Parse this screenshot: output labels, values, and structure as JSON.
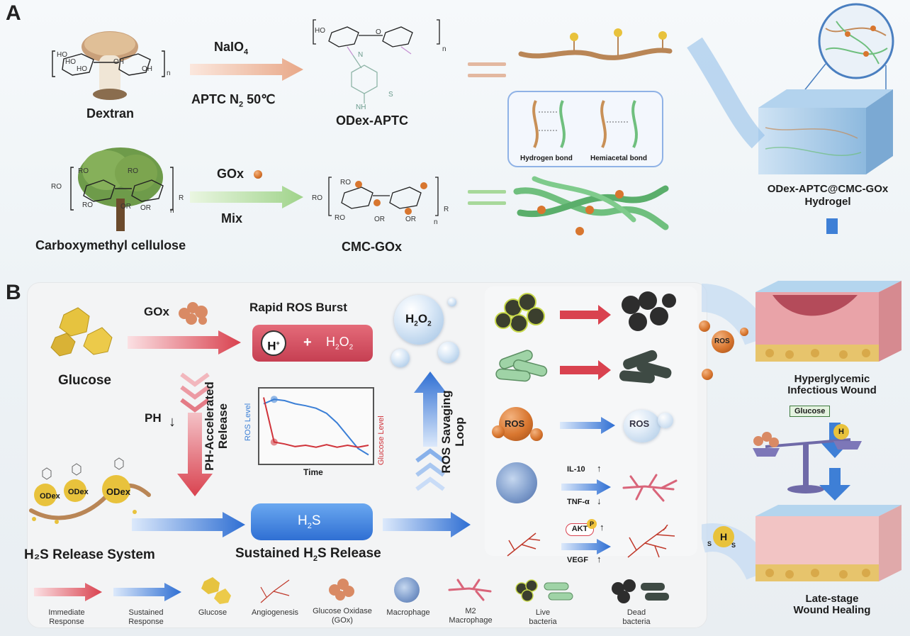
{
  "panel_a": {
    "letter": "A",
    "dextran": "Dextran",
    "naio4": "NaIO",
    "naio4_sub": "4",
    "aptc_cond": "APTC N",
    "aptc_cond_sub": "2",
    "aptc_cond_rest": " 50℃",
    "odex_aptc": "ODex-APTC",
    "gox": "GOx",
    "mix": "Mix",
    "cmc": "Carboxymethyl cellulose",
    "cmc_gox": "CMC-GOx",
    "hydrogen_bond": "Hydrogen bond",
    "hemiacetal_bond": "Hemiacetal bond",
    "hydrogel_1": "ODex-APTC@CMC-GOx",
    "hydrogel_2": "Hydrogel",
    "struct_dextran": [
      "HO",
      "HO",
      "HO",
      "OH",
      "OH",
      "n"
    ],
    "struct_odex": [
      "HO",
      "O",
      "N",
      "NH",
      "H",
      "S",
      "n"
    ],
    "struct_cmc": [
      "RO",
      "RO",
      "RO",
      "RO",
      "OR",
      "OR",
      "R",
      "n"
    ],
    "struct_cmcgox": [
      "RO",
      "RO",
      "RO",
      "OR",
      "OR",
      "R",
      "n"
    ]
  },
  "panel_b": {
    "letter": "B",
    "gox": "GOx",
    "glucose": "Glucose",
    "rapid_ros": "Rapid ROS Burst",
    "h_plus": "H",
    "h_plus_sup": "+",
    "plus": "+",
    "h2o2_h": "H",
    "h2o2_2a": "2",
    "h2o2_o": "O",
    "h2o2_2b": "2",
    "ph": "PH",
    "ph_release_1": "PH-Accelerated",
    "ph_release_2": "Release",
    "ros_level": "ROS Level",
    "glucose_level": "Glucose Level",
    "time": "Time",
    "h2s_system": "H₂S Release System",
    "odex": "ODex",
    "h2s_h": "H",
    "h2s_2": "2",
    "h2s_s": "S",
    "sustained_1": "Sustained H",
    "sustained_2": "2",
    "sustained_3": "S Release",
    "ros_loop_1": "ROS Savaging",
    "ros_loop_2": "Loop",
    "ros_ball": "ROS",
    "ros_bubble": "ROS",
    "il10": "IL-10",
    "tnfa": "TNF-α",
    "akt": "AKT",
    "p": "P",
    "vegf": "VEGF",
    "up": "↑",
    "down": "↓",
    "ros_side": "ROS",
    "hyper_1": "Hyperglycemic",
    "hyper_2": "Infectious Wound",
    "glucose_tag": "Glucose",
    "h2s_mol_h": "H",
    "h2s_mol_s": "S",
    "late_1": "Late-stage",
    "late_2": "Wound Healing"
  },
  "legend": [
    {
      "label": "Immediate\nResponse"
    },
    {
      "label": "Sustained\nResponse"
    },
    {
      "label": "Glucose"
    },
    {
      "label": "Angiogenesis"
    },
    {
      "label": "Glucose Oxidase\n(GOx)"
    },
    {
      "label": "Macrophage"
    },
    {
      "label": "M2\nMacrophage"
    },
    {
      "label": "Live\nbacteria"
    },
    {
      "label": "Dead\nbacteria"
    }
  ],
  "chart_data": {
    "type": "line",
    "xlabel": "Time",
    "ylabel": "ROS Level",
    "ylabel_right": "Glucose Level",
    "series": [
      {
        "name": "ROS Level",
        "color": "#3b7fd6",
        "values": [
          0.85,
          0.92,
          0.9,
          0.85,
          0.82,
          0.78,
          0.7,
          0.55,
          0.35,
          0.15,
          0.05
        ]
      },
      {
        "name": "Glucose Level",
        "color": "#d0333a",
        "values": [
          0.95,
          0.25,
          0.22,
          0.18,
          0.2,
          0.17,
          0.21,
          0.17,
          0.2,
          0.17,
          0.2
        ]
      }
    ]
  },
  "colors": {
    "immediate": "#d9424f",
    "sustained": "#2f6fd3",
    "fiber_brown": "#b98656",
    "fiber_green": "#6fbf7e",
    "gox_ball": "#d8762f"
  }
}
